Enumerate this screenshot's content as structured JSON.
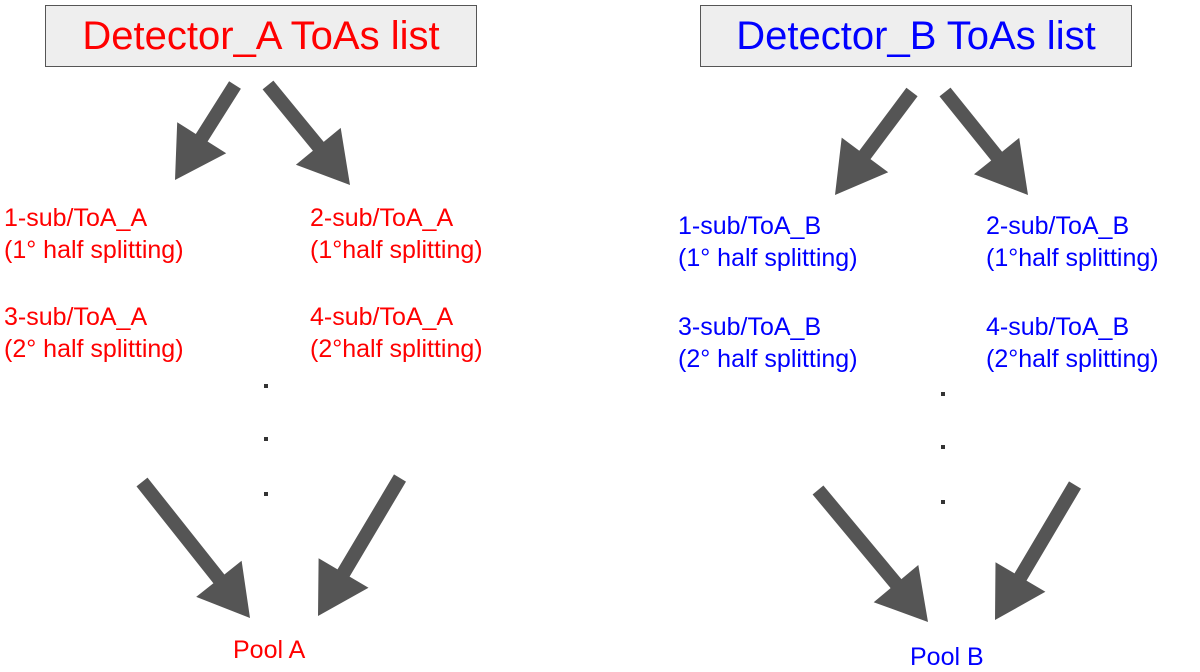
{
  "colors": {
    "detector_a": "#ff0000",
    "detector_b": "#0000ff",
    "arrow": "#555555",
    "title_bg": "#eeeeee"
  },
  "detector_a": {
    "title": "Detector_A ToAs list",
    "items": [
      {
        "line1": "1-sub/ToA_A",
        "line2": "(1° half splitting)"
      },
      {
        "line1": "2-sub/ToA_A",
        "line2": "(1°half splitting)"
      },
      {
        "line1": "3-sub/ToA_A",
        "line2": "(2° half splitting)"
      },
      {
        "line1": "4-sub/ToA_A",
        "line2": "(2°half splitting)"
      }
    ],
    "pool": "Pool A"
  },
  "detector_b": {
    "title": "Detector_B ToAs list",
    "items": [
      {
        "line1": "1-sub/ToA_B",
        "line2": "(1° half splitting)"
      },
      {
        "line1": "2-sub/ToA_B",
        "line2": "(1°half splitting)"
      },
      {
        "line1": "3-sub/ToA_B",
        "line2": "(2° half splitting)"
      },
      {
        "line1": "4-sub/ToA_B",
        "line2": "(2°half splitting)"
      }
    ],
    "pool": "Pool B"
  }
}
